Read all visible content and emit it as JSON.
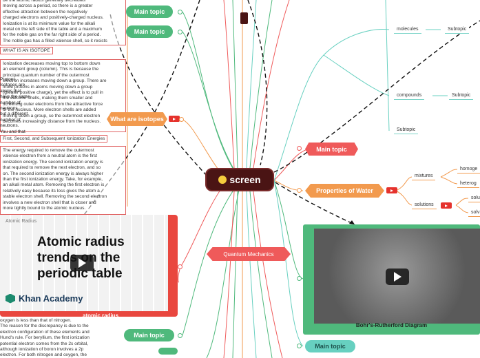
{
  "center": {
    "label": "screen"
  },
  "notes": {
    "ionization_top": "be the atomic radius generally decreases\nmoving across a period, so there is a greater\neffective attraction between the negatively\ncharged electrons and positively-charged nucleus.\nIonization is at its minimum value for the alkali\nmetal on the left side of the table and a maximum\nfor the noble gas on the far right side of a period.\nThe noble gas has a filled valence shell, so it resists",
    "isotope_label": "WHAT IS AN ISOTOPE",
    "ionization_group": "Ionization decreases moving top to bottom down\nan element group (column). This is because the\nprincipal quantum number of the outermost\nelectron increases moving down a group. There are\nmore protons in atoms moving down a group\n(greater positive charge), yet the effect is to pull in\nthe electron shells, making them smaller and\nscreening outer electrons from the attractive force\nof the nucleus. More electron shells are added\nmoving down a group, so the outermost electron\nbecomes increasingly distance from the nucleus.",
    "ionization_group_overlap": "Protons\nIsotopes are\natoms that\nhave the same\nnumber of\nneutrons\nbut a different\nnumber of\nneutrons.\nYou and that",
    "successive_label": "First, Second, and Subsequent Ionization Energies",
    "successive_text": "The energy required to remove the outermost\nvalence electron from a neutral atom is the first\nionization energy. The second ionization energy is\nthat required to remove the next electron, and so\non. The second ionization energy is always higher\nthan the first ionization energy. Take, for example,\nan alkali metal atom. Removing the first electron is\nrelatively easy because its loss gives the atom a\nstable electron shell. Removing the second electron\ninvolves a new electron shell that is closer and\nmore tightly bound to the atomic nucleus.",
    "bottom_text": "oxygen is less than that of nitrogen.\nThe reason for the discrepancy is due to the\nelectron configuration of these elements and\nHund's rule. For beryllium, the first ionization\npotential electron comes from the 2s orbital,\nalthough ionization of boron involves a 2p\nelectron. For both nitrogen and oxygen, the"
  },
  "topics": {
    "main_topic_1": "Main topic",
    "main_topic_2": "Main topic",
    "what_are_isotopes": "What are isotopes",
    "main_topic_right": "Main topic",
    "properties_of_water": "Properties of Water",
    "quantum_mechanics": "Quantum Mechanics",
    "main_topic_bottom_left": "Main topic",
    "main_topic_bottom_right": "Main topic"
  },
  "subtopics": {
    "molecules": "molecules",
    "subtopic_1": "Subtopic",
    "compounds": "compounds",
    "subtopic_2": "Subtopic",
    "subtopic_3": "Subtopic",
    "mixtures": "mixtures",
    "homogeneous": "homoge",
    "heterogeneous": "heterog",
    "solutions": "solutions",
    "solute": "solu",
    "solvent": "solv"
  },
  "video_left": {
    "title": "Atomic radius trends on the periodic table",
    "brand": "Khan Academy",
    "caption": "atomic radius",
    "thumb_label": "Atomic Radius"
  },
  "video_right": {
    "caption": "Bohr's-Rutherford Diagram"
  },
  "colors": {
    "green": "#4fb97c",
    "teal": "#67d0c0",
    "red": "#ef5a5a",
    "orange": "#f29a4e",
    "center": "#4a1414",
    "video_red": "#e9473f"
  }
}
